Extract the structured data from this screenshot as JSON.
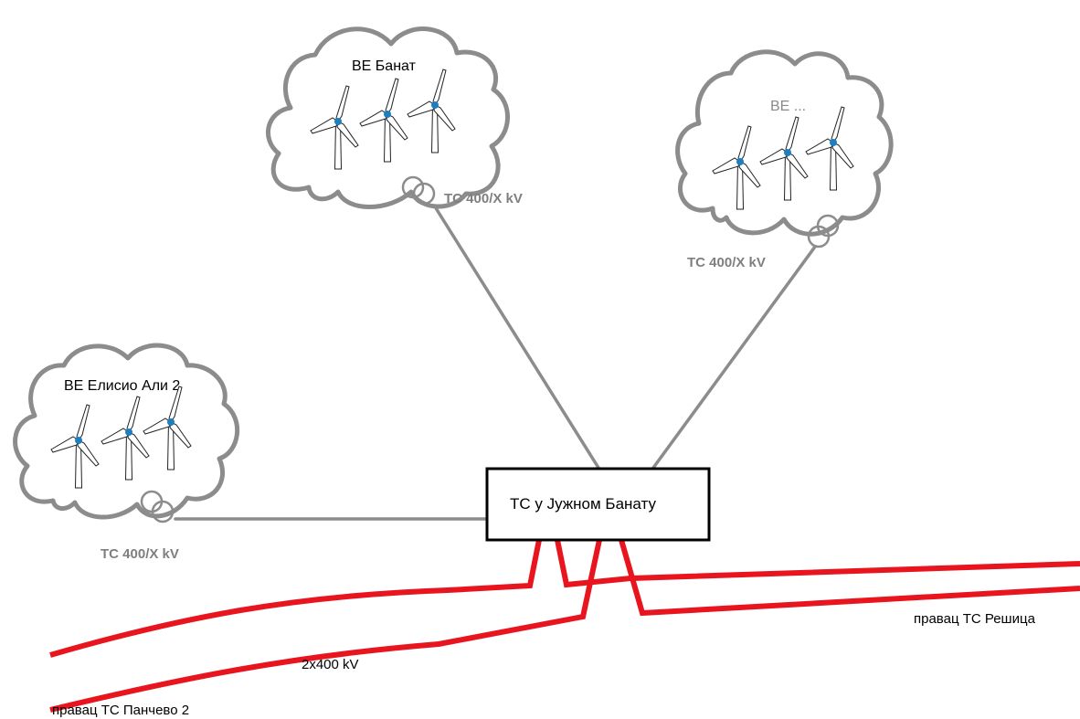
{
  "farms": [
    {
      "name": "ВЕ Банат",
      "transformer_label": "ТС 400/X kV"
    },
    {
      "name": "ВЕ ...",
      "transformer_label": "ТС 400/X kV"
    },
    {
      "name": "ВЕ Елисио Али 2",
      "transformer_label": "ТС 400/X kV"
    }
  ],
  "substation": {
    "label": "ТС у Јужном Банату"
  },
  "lines": {
    "voltage_label": "2x400 kV",
    "direction_left": "правац ТС Панчево 2",
    "direction_right": "правац ТС Решица"
  },
  "colors": {
    "line_400kv": "#e8141e",
    "connection": "#8c8c8c",
    "turbine_hub": "#1e7fc0"
  }
}
